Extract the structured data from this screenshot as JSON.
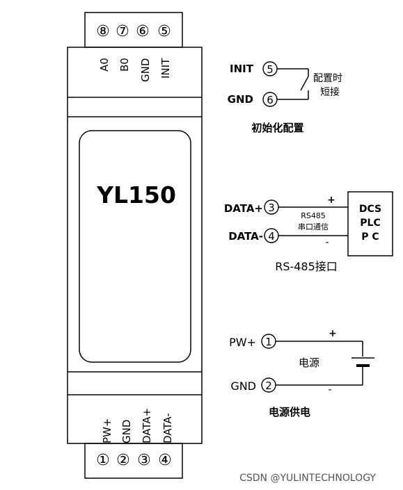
{
  "device": {
    "model": "YL150",
    "top_terminals": [
      {
        "number": "⑧",
        "label": "A0"
      },
      {
        "number": "⑦",
        "label": "B0"
      },
      {
        "number": "⑥",
        "label": "GND"
      },
      {
        "number": "⑤",
        "label": "INIT"
      }
    ],
    "bottom_terminals": [
      {
        "number": "①",
        "label": "PW+"
      },
      {
        "number": "②",
        "label": "GND"
      },
      {
        "number": "③",
        "label": "DATA+"
      },
      {
        "number": "④",
        "label": "DATA-"
      }
    ]
  },
  "init_config": {
    "pin_a_label": "INIT",
    "pin_a_number": "5",
    "pin_b_label": "GND",
    "pin_b_number": "6",
    "note_line1": "配置时",
    "note_line2": "短接",
    "caption": "初始化配置"
  },
  "rs485": {
    "pin_a_label": "DATA+",
    "pin_a_number": "3",
    "pin_b_label": "DATA-",
    "pin_b_number": "4",
    "plus": "+",
    "minus": "-",
    "mid_line1": "RS485",
    "mid_line2": "串口通信",
    "box_line1": "DCS",
    "box_line2": "PLC",
    "box_line3": "P  C",
    "caption": "RS-485接口"
  },
  "power": {
    "pin_a_label": "PW+",
    "pin_a_number": "1",
    "pin_b_label": "GND",
    "pin_b_number": "2",
    "plus": "+",
    "minus": "-",
    "center_label": "电源",
    "caption": "电源供电"
  },
  "watermark": "CSDN @YULINTECHNOLOGY"
}
